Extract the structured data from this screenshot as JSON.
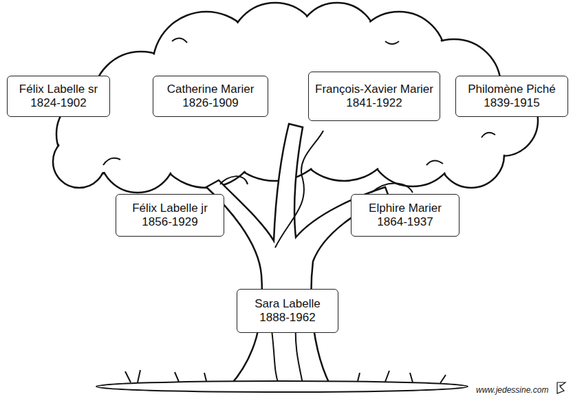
{
  "diagram": {
    "nodes": [
      {
        "text": [
          "Félix Labelle sr",
          "1824-1902"
        ]
      },
      {
        "text": [
          "Catherine Marier",
          "1826-1909"
        ]
      },
      {
        "text": [
          "François-Xavier Marier",
          "1841-1922"
        ]
      },
      {
        "text": [
          "Philomène Piché",
          "1839-1915"
        ]
      },
      {
        "text": [
          "Félix Labelle jr",
          "1856-1929"
        ]
      },
      {
        "text": [
          "Elphire Marier",
          "1864-1937"
        ]
      },
      {
        "text": [
          "Sara Labelle",
          "1888-1962"
        ]
      }
    ],
    "labels": [
      "www.jedessine.com"
    ]
  }
}
